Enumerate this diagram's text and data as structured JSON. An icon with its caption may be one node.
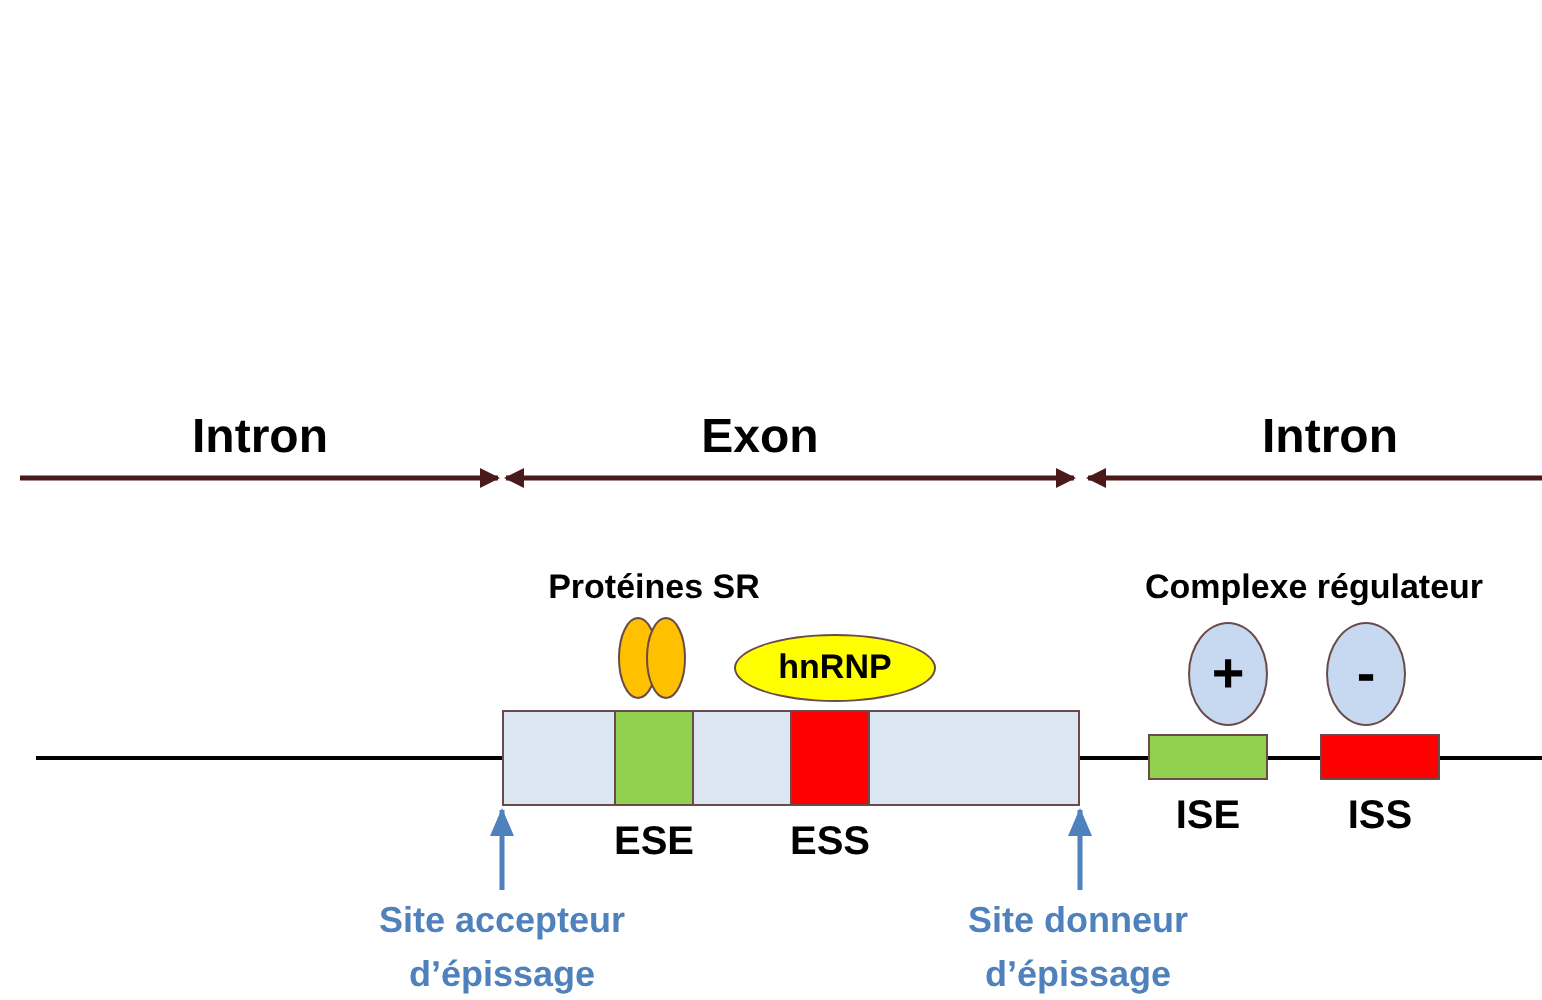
{
  "diagram": {
    "nodes": [
      {
        "text": [],
        "shape": "box"
      },
      {
        "text": [
          "ESE"
        ],
        "in": 0
      },
      {
        "text": [
          "ESS"
        ],
        "in": 0
      },
      {
        "text": [
          "ISE"
        ]
      },
      {
        "text": [
          "ISS"
        ]
      },
      {
        "text": [
          "Protéines SR"
        ]
      },
      {
        "text": [
          "hnRNP"
        ]
      },
      {
        "text": [
          "+"
        ]
      },
      {
        "text": [
          "-"
        ]
      },
      {
        "text": [
          "Site accepteur d’épissage"
        ]
      },
      {
        "text": [
          "Site donneur d’épissage"
        ]
      }
    ],
    "edges": [
      {
        "from": 9,
        "to": 0,
        "arrow": "to"
      },
      {
        "from": 10,
        "to": 0,
        "arrow": "to"
      }
    ],
    "labels": [
      "Intron",
      "Exon",
      "Intron",
      "Complexe régulateur"
    ]
  }
}
